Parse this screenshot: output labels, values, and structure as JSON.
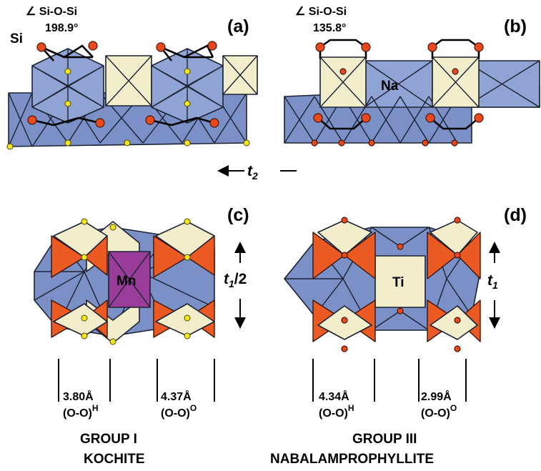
{
  "panels": {
    "a": {
      "label": "(a)",
      "angle_label": "∠ Si-O-Si",
      "angle_value": "198.9°",
      "atom_label": "Si"
    },
    "b": {
      "label": "(b)",
      "angle_label": "∠ Si-O-Si",
      "angle_value": "135.8°",
      "atom_label": "Na"
    },
    "c": {
      "label": "(c)",
      "atom_label": "Mn",
      "vector": "t1/2",
      "meas_h_value": "3.80Å",
      "meas_h_sub": "(O-O)H",
      "meas_o_value": "4.37Å",
      "meas_o_sub": "(O-O)O"
    },
    "d": {
      "label": "(d)",
      "atom_label": "Ti",
      "vector": "t1",
      "meas_h_value": "4.34Å",
      "meas_h_sub": "(O-O)H",
      "meas_o_value": "2.99Å",
      "meas_o_sub": "(O-O)O"
    }
  },
  "vector_t2": "t2",
  "groups": {
    "left": {
      "line1": "GROUP I",
      "line2": "KOCHITE"
    },
    "right": {
      "line1": "GROUP III",
      "line2": "NABALAMPROPHYLLITE"
    }
  },
  "colors": {
    "octahedra": "#8fa3d4",
    "yellow_polyhedra": "#f2eecb",
    "tetrahedra": "#ea5a22",
    "oxygen_red": "#e8491d",
    "oxygen_yellow": "#f4e81c",
    "mn_site": "#9a3d9a"
  }
}
